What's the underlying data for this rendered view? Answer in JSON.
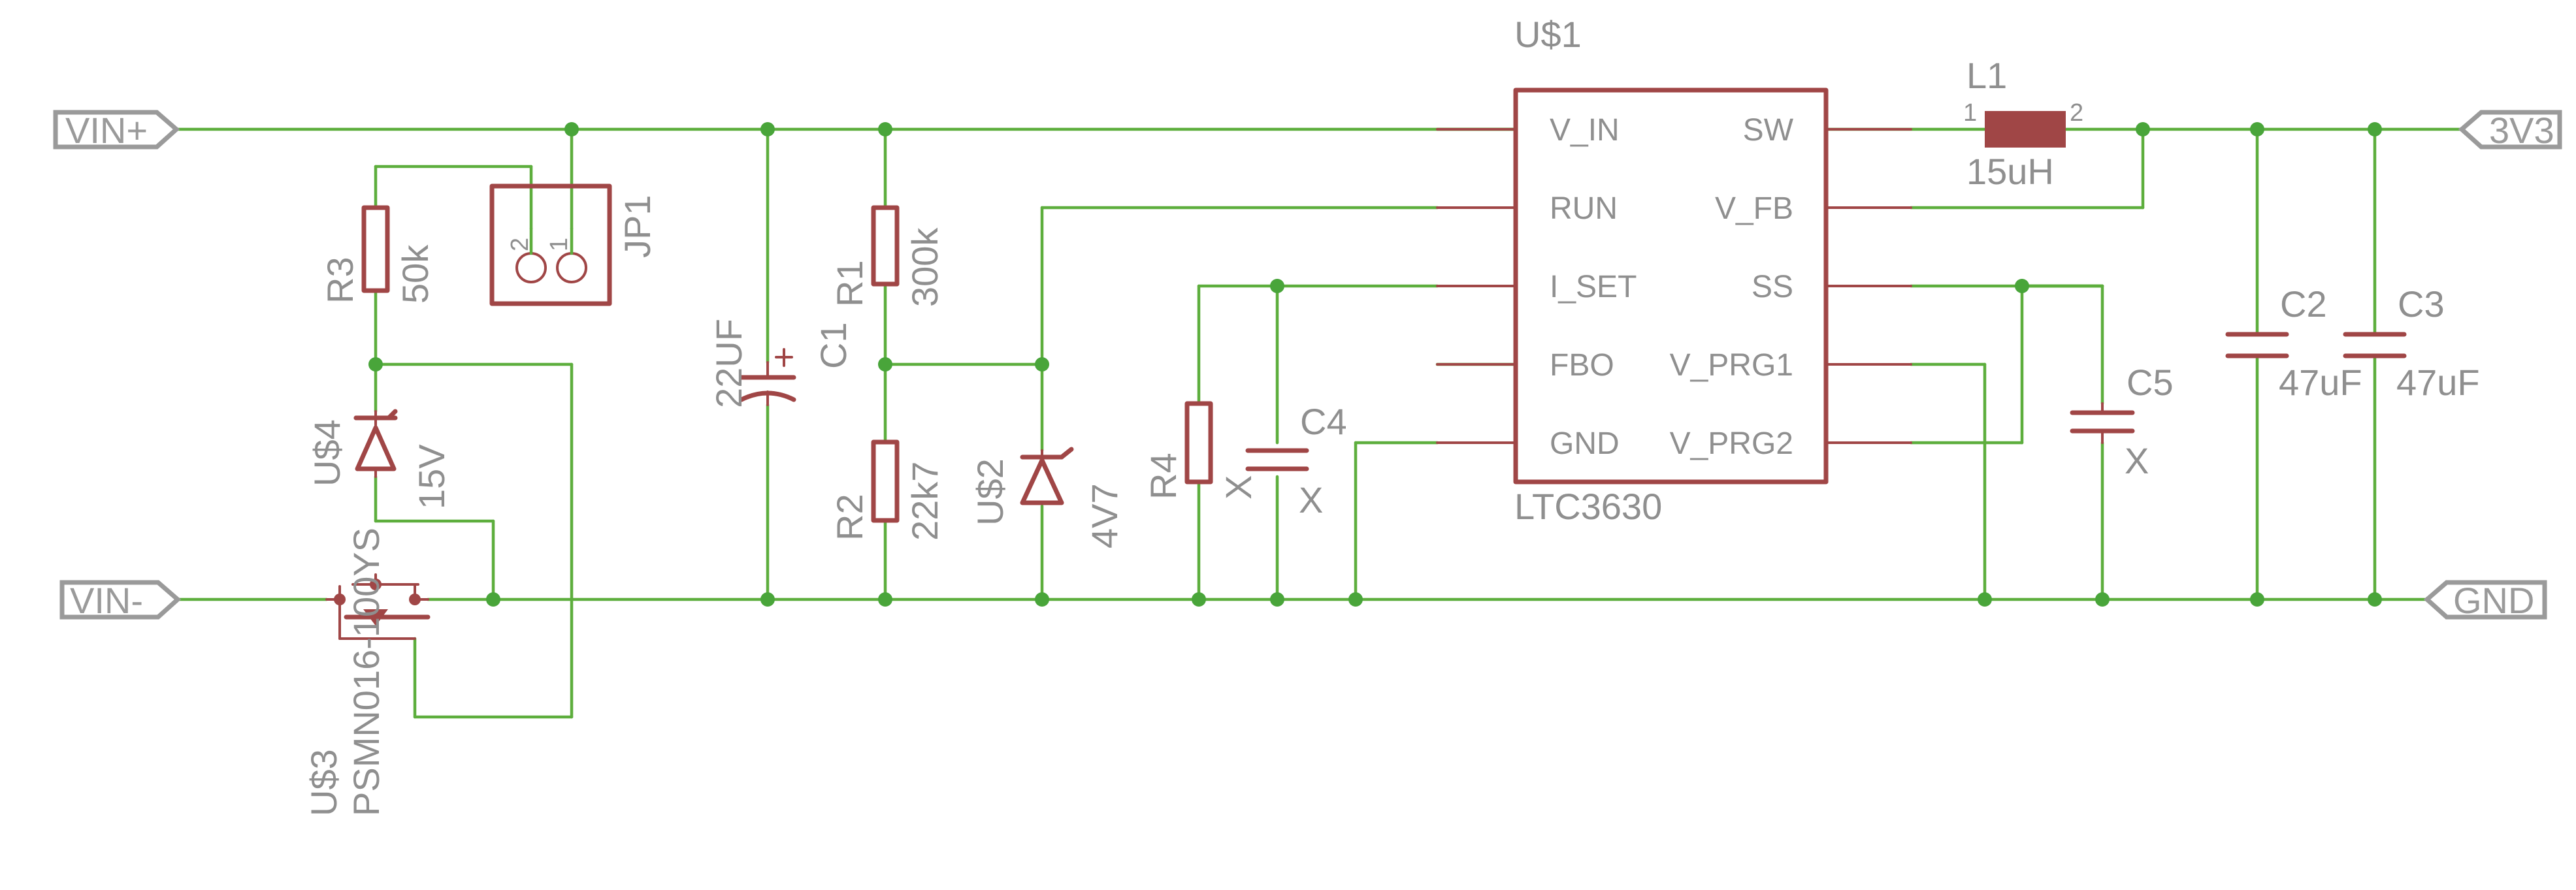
{
  "ports": {
    "vin_pos": "VIN+",
    "vin_neg": "VIN-",
    "out_3v3": "3V3",
    "gnd": "GND"
  },
  "ic": {
    "ref": "U$1",
    "value": "LTC3630",
    "pins_left": [
      "V_IN",
      "RUN",
      "I_SET",
      "FBO",
      "GND"
    ],
    "pins_right": [
      "SW",
      "V_FB",
      "SS",
      "V_PRG1",
      "V_PRG2"
    ]
  },
  "components": {
    "r1": {
      "ref": "R1",
      "value": "300k"
    },
    "r2": {
      "ref": "R2",
      "value": "22k7"
    },
    "r3": {
      "ref": "R3",
      "value": "50k"
    },
    "r4": {
      "ref": "R4",
      "value": "X"
    },
    "c1": {
      "ref": "C1",
      "value": "22UF"
    },
    "c2": {
      "ref": "C2",
      "value": "47uF"
    },
    "c3": {
      "ref": "C3",
      "value": "47uF"
    },
    "c4": {
      "ref": "C4",
      "value": "X"
    },
    "c5": {
      "ref": "C5",
      "value": "X"
    },
    "l1": {
      "ref": "L1",
      "value": "15uH",
      "pin1": "1",
      "pin2": "2"
    },
    "jp1": {
      "ref": "JP1",
      "pin1": "1",
      "pin2": "2"
    },
    "u2": {
      "ref": "U$2",
      "value": "4V7"
    },
    "u3": {
      "ref": "U$3",
      "value": "PSMN016-100YS"
    },
    "u4": {
      "ref": "U$4",
      "value": "15V"
    }
  },
  "colors": {
    "wire": "#5dae3d",
    "symbol": "#a04646",
    "label": "#8f8f8f",
    "port": "#9a9a9a"
  }
}
